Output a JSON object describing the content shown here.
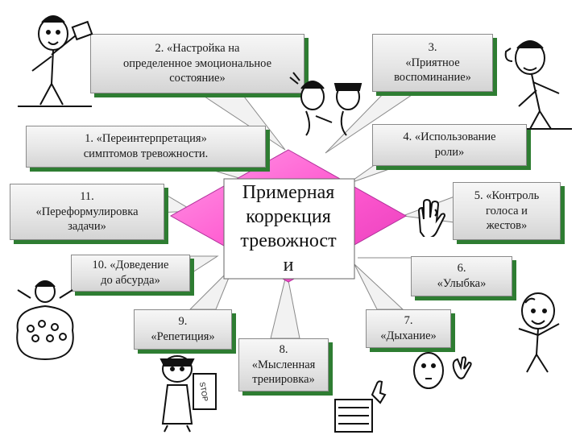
{
  "center": {
    "title": "Примерная\nкоррекция\nтревожност\nи"
  },
  "boxes": {
    "b2": "2.  «Настройка на\nопределенное эмоциональное\nсостояние»",
    "b3": "3.\n«Приятное\nвоспоминание»",
    "b1": "1. «Переинтерпретация»\nсимптомов тревожности.",
    "b4": "4.  «Использование\nроли»",
    "b11": "11.\n«Переформулировка\nзадачи»",
    "b5": "5.  «Контроль\nголоса и\nжестов»",
    "b10": "10.  «Доведение\nдо абсурда»",
    "b6": "6.\n«Улыбка»",
    "b9": "9.\n«Репетиция»",
    "b7": "7.\n«Дыхание»",
    "b8": "8.\n«Мысленная\nтренировка»"
  },
  "colors": {
    "diamond": "#ff5ad0",
    "callout": "#f2f2f2",
    "shadow": "#2e7d32"
  },
  "cartoons": {
    "stop_sign": "STOP"
  }
}
